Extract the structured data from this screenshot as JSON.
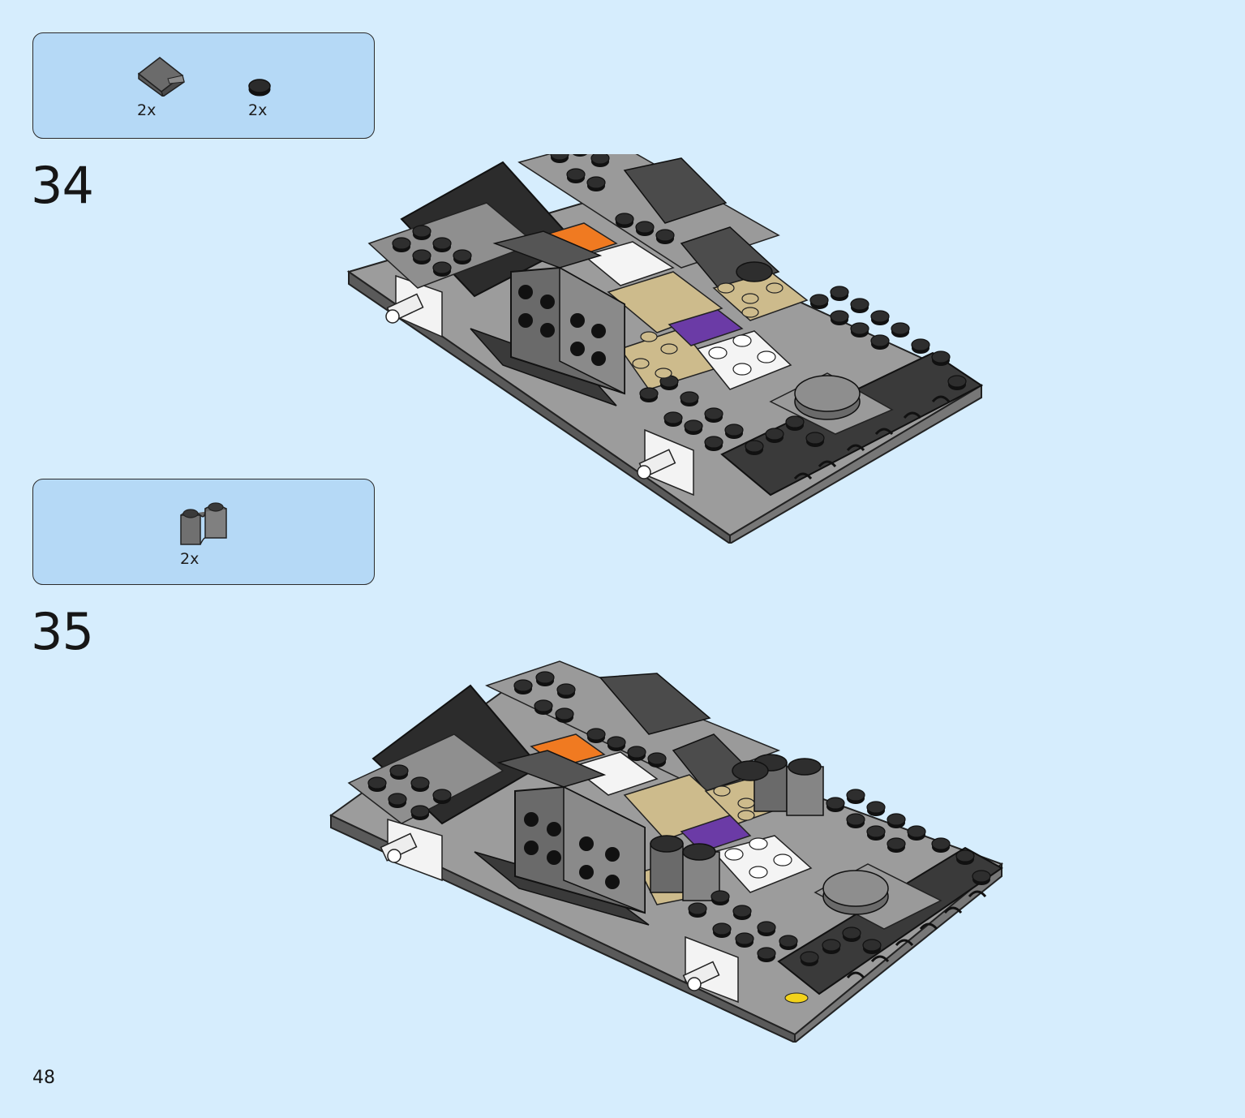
{
  "page": {
    "number": "48"
  },
  "steps": [
    {
      "number": "34",
      "parts": [
        {
          "icon": "gray-slope-brick-icon",
          "qty": "2x",
          "color": "#6f6f6f"
        },
        {
          "icon": "black-round-tile-icon",
          "qty": "2x",
          "color": "#1e1e1e"
        }
      ]
    },
    {
      "number": "35",
      "parts": [
        {
          "icon": "gray-double-round-brick-icon",
          "qty": "2x",
          "color": "#6f6f6f"
        }
      ]
    }
  ],
  "colors": {
    "background": "#d6edfd",
    "parts_box": "#b5d9f6",
    "dark_gray": "#5c5c5c",
    "light_gray": "#a7a7a7",
    "black": "#2a2a2a",
    "tan": "#cdbb8c",
    "orange": "#f07a21",
    "purple": "#6b3ba6",
    "white": "#f4f4f4"
  }
}
